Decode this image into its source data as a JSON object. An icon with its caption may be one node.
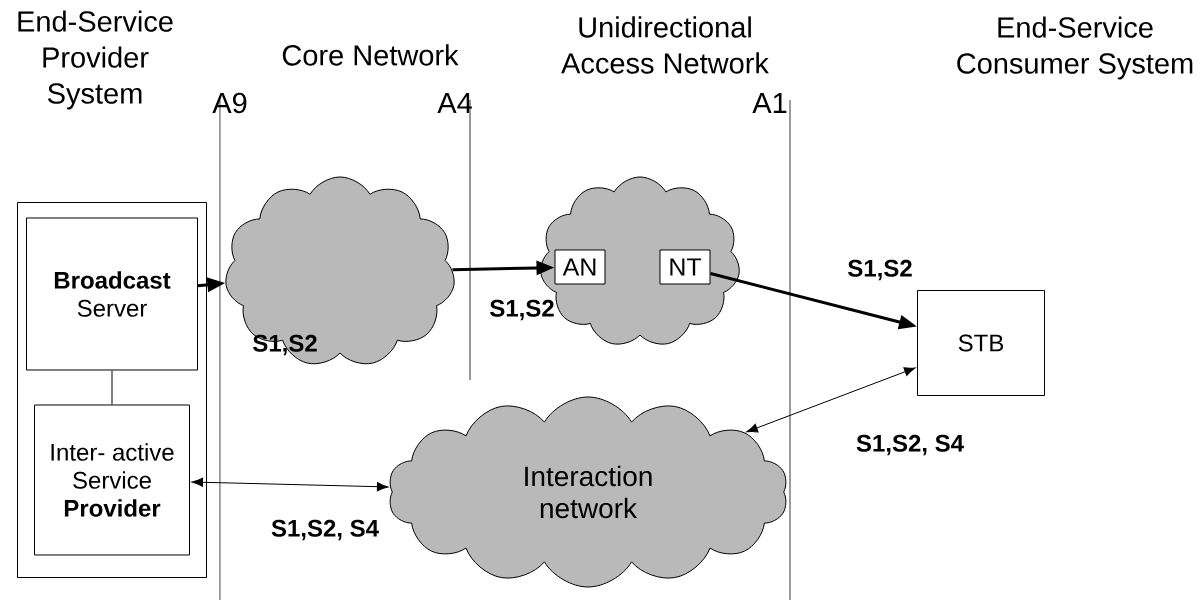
{
  "diagram": {
    "nodes": [
      {
        "text": [],
        "shape": "box"
      },
      {
        "text": [
          "**Broadcast** Server"
        ],
        "in": 0
      },
      {
        "text": [
          "Inter- active Service **Provider**"
        ],
        "in": 0
      },
      {
        "text": [],
        "shape": "cloud"
      },
      {
        "text": [],
        "shape": "cloud"
      },
      {
        "text": [
          "AN"
        ],
        "in": 4
      },
      {
        "text": [
          "NT"
        ],
        "in": 4
      },
      {
        "text": [
          "STB"
        ]
      },
      {
        "text": [
          "Interaction network"
        ]
      }
    ],
    "edges": [
      {
        "from": 1,
        "to": 3,
        "arrow": "to",
        "label": "S1,S2",
        "style": "thick"
      },
      {
        "from": 3,
        "to": 5,
        "arrow": "to",
        "label": "S1,S2",
        "style": "thick"
      },
      {
        "from": 6,
        "to": 7,
        "arrow": "to",
        "label": "S1,S2",
        "style": "thick"
      },
      {
        "from": 7,
        "to": 8,
        "arrow": "both",
        "label": "S1,S2, S4"
      },
      {
        "from": 2,
        "to": 8,
        "arrow": "both",
        "label": "S1,S2, S4"
      },
      {
        "from": 1,
        "to": 2,
        "arrow": "none"
      }
    ],
    "labels": [
      "End-Service Provider System",
      "Core Network",
      "Unidirectional Access Network",
      "End-Service Consumer System",
      "A9",
      "A4",
      "A1"
    ]
  }
}
